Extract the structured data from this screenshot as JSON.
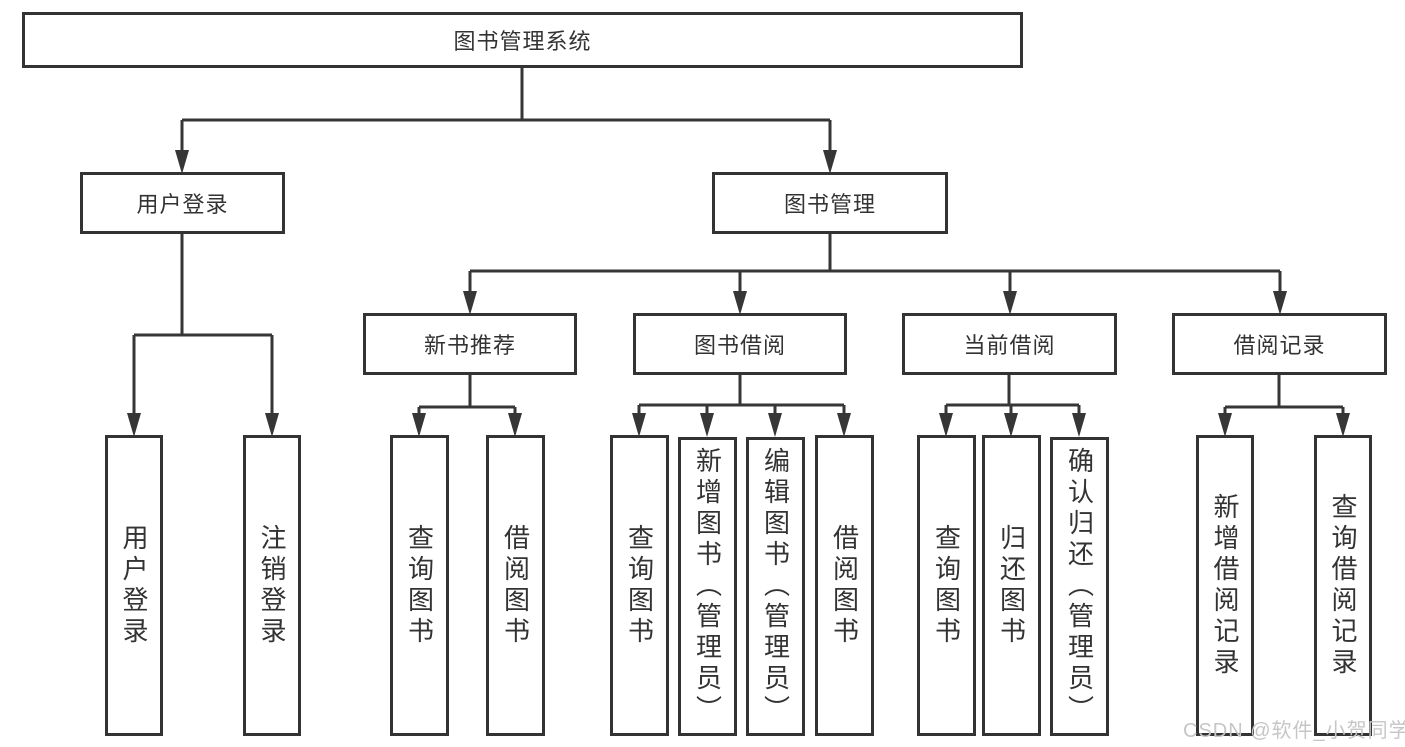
{
  "diagram": {
    "type": "hierarchy-tree",
    "colors": {
      "line": "#363636",
      "box_border": "#333333",
      "box_fill": "#ffffff",
      "text": "#333333",
      "watermark": "#c6c6c6",
      "background": "#ffffff"
    },
    "tree": {
      "label": "图书管理系统",
      "children": [
        {
          "label": "用户登录",
          "children": [
            {
              "label": "用户登录"
            },
            {
              "label": "注销登录"
            }
          ]
        },
        {
          "label": "图书管理",
          "children": [
            {
              "label": "新书推荐",
              "children": [
                {
                  "label": "查询图书"
                },
                {
                  "label": "借阅图书"
                }
              ]
            },
            {
              "label": "图书借阅",
              "children": [
                {
                  "label": "查询图书"
                },
                {
                  "label": "新增图书（管理员）"
                },
                {
                  "label": "编辑图书（管理员）"
                },
                {
                  "label": "借阅图书"
                }
              ]
            },
            {
              "label": "当前借阅",
              "children": [
                {
                  "label": "查询图书"
                },
                {
                  "label": "归还图书"
                },
                {
                  "label": "确认归还（管理员）"
                }
              ]
            },
            {
              "label": "借阅记录",
              "children": [
                {
                  "label": "新增借阅记录"
                },
                {
                  "label": "查询借阅记录"
                }
              ]
            }
          ]
        }
      ]
    },
    "watermark": {
      "text": "CSDN @软件_小贺同学"
    }
  }
}
